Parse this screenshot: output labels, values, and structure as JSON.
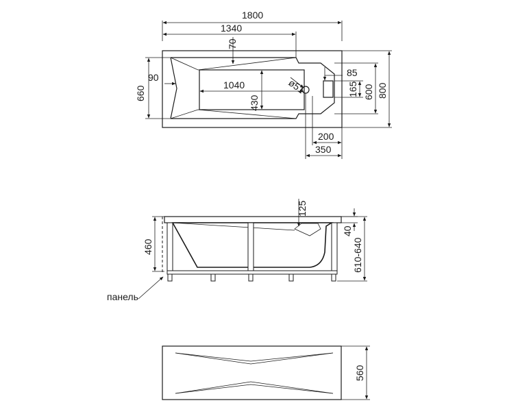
{
  "top_view": {
    "dim_total_length": "1800",
    "dim_length_1340": "1340",
    "dim_70": "70",
    "dim_90": "90",
    "dim_660": "660",
    "dim_1040": "1040",
    "dim_430": "430",
    "dim_drain": "ø51",
    "dim_85": "85",
    "dim_165": "165",
    "dim_600": "600",
    "dim_800": "800",
    "dim_200": "200",
    "dim_350": "350"
  },
  "side_view": {
    "dim_125": "125",
    "dim_40": "40",
    "dim_460": "460",
    "dim_height_range": "610-640",
    "panel_label": "панель"
  },
  "front_panel": {
    "dim_560": "560"
  }
}
